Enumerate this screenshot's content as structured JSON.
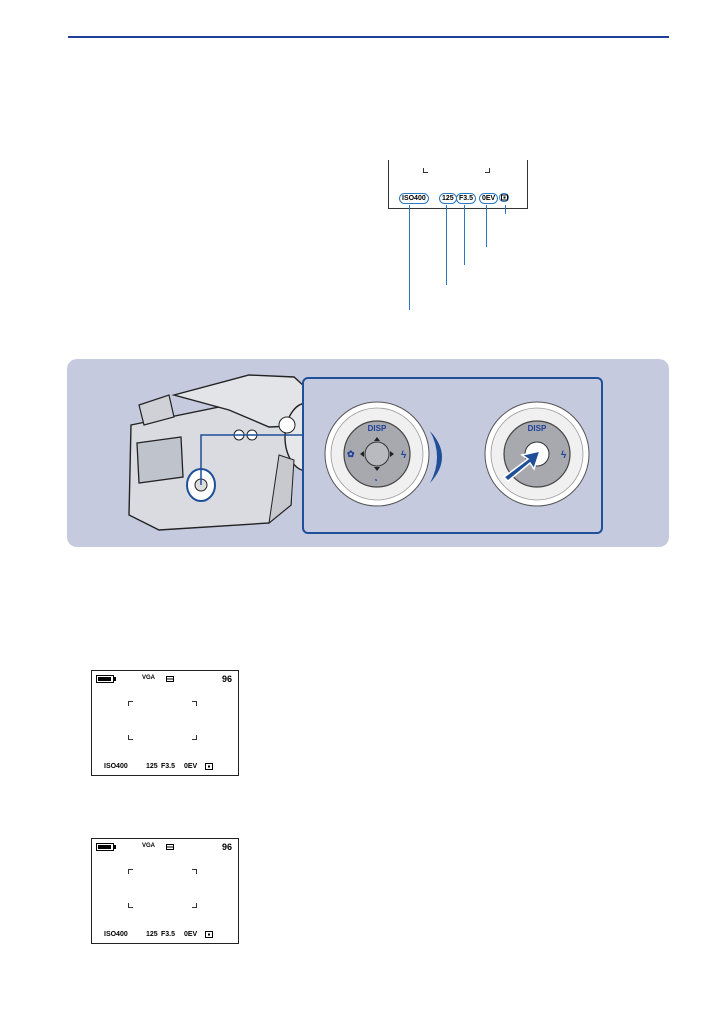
{
  "top_indicators": {
    "iso": "ISO400",
    "shutter": "125",
    "aperture": "F3.5",
    "ev": "0EV"
  },
  "screen1": {
    "shots_remaining": "96",
    "iso": "ISO400",
    "shutter": "125",
    "aperture": "F3.5",
    "ev": "0EV",
    "image_size_icon": "VGA"
  },
  "screen2": {
    "shots_remaining": "96",
    "iso": "ISO400",
    "shutter": "125",
    "aperture": "F3.5",
    "ev": "0EV",
    "image_size_icon": "VGA"
  },
  "dial": {
    "top_label": "DISP"
  },
  "colors": {
    "rule": "#1f3f99",
    "panel": "#c5cadf",
    "callout": "#2b78c2",
    "box_border": "#1f4f99"
  }
}
